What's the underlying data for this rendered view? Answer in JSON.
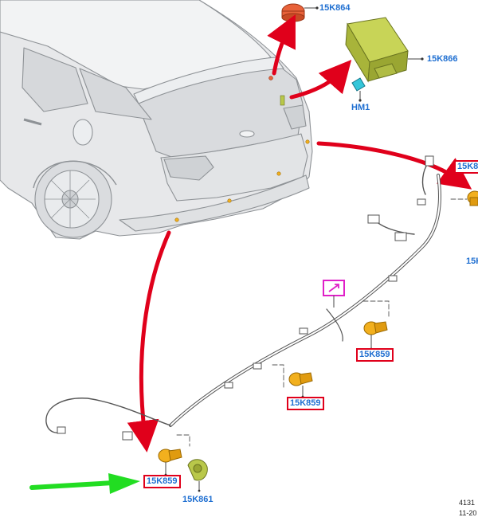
{
  "colors": {
    "callout_blue": "#1f6fd1",
    "highlight_red": "#e0001b",
    "arrow_red": "#e0001b",
    "arrow_green": "#22dd22",
    "sensor_yellow": "#f2b01e",
    "module_green": "#b9c84a",
    "buzzer_orange": "#e8623a",
    "connector_cyan": "#34c6d9",
    "pointer_magenta": "#e020c8",
    "vehicle_gray": "#e7e8ea"
  },
  "labels": {
    "buzzer": "15K864",
    "module": "15K866",
    "hm1": "HM1",
    "sensor_right": "15K8",
    "sensor_right_lower": "15K",
    "sensor_mid_upper": "15K859",
    "sensor_mid": "15K859",
    "sensor_left": "15K859",
    "sensor_left_bracket": "15K861"
  },
  "reference": {
    "line1": "4131",
    "line2": "11-20"
  },
  "icons": {
    "pointer": "connection-point-icon",
    "arrow_main": "red-pointer-arrow-icon",
    "arrow_highlight": "green-pointer-arrow-icon"
  }
}
